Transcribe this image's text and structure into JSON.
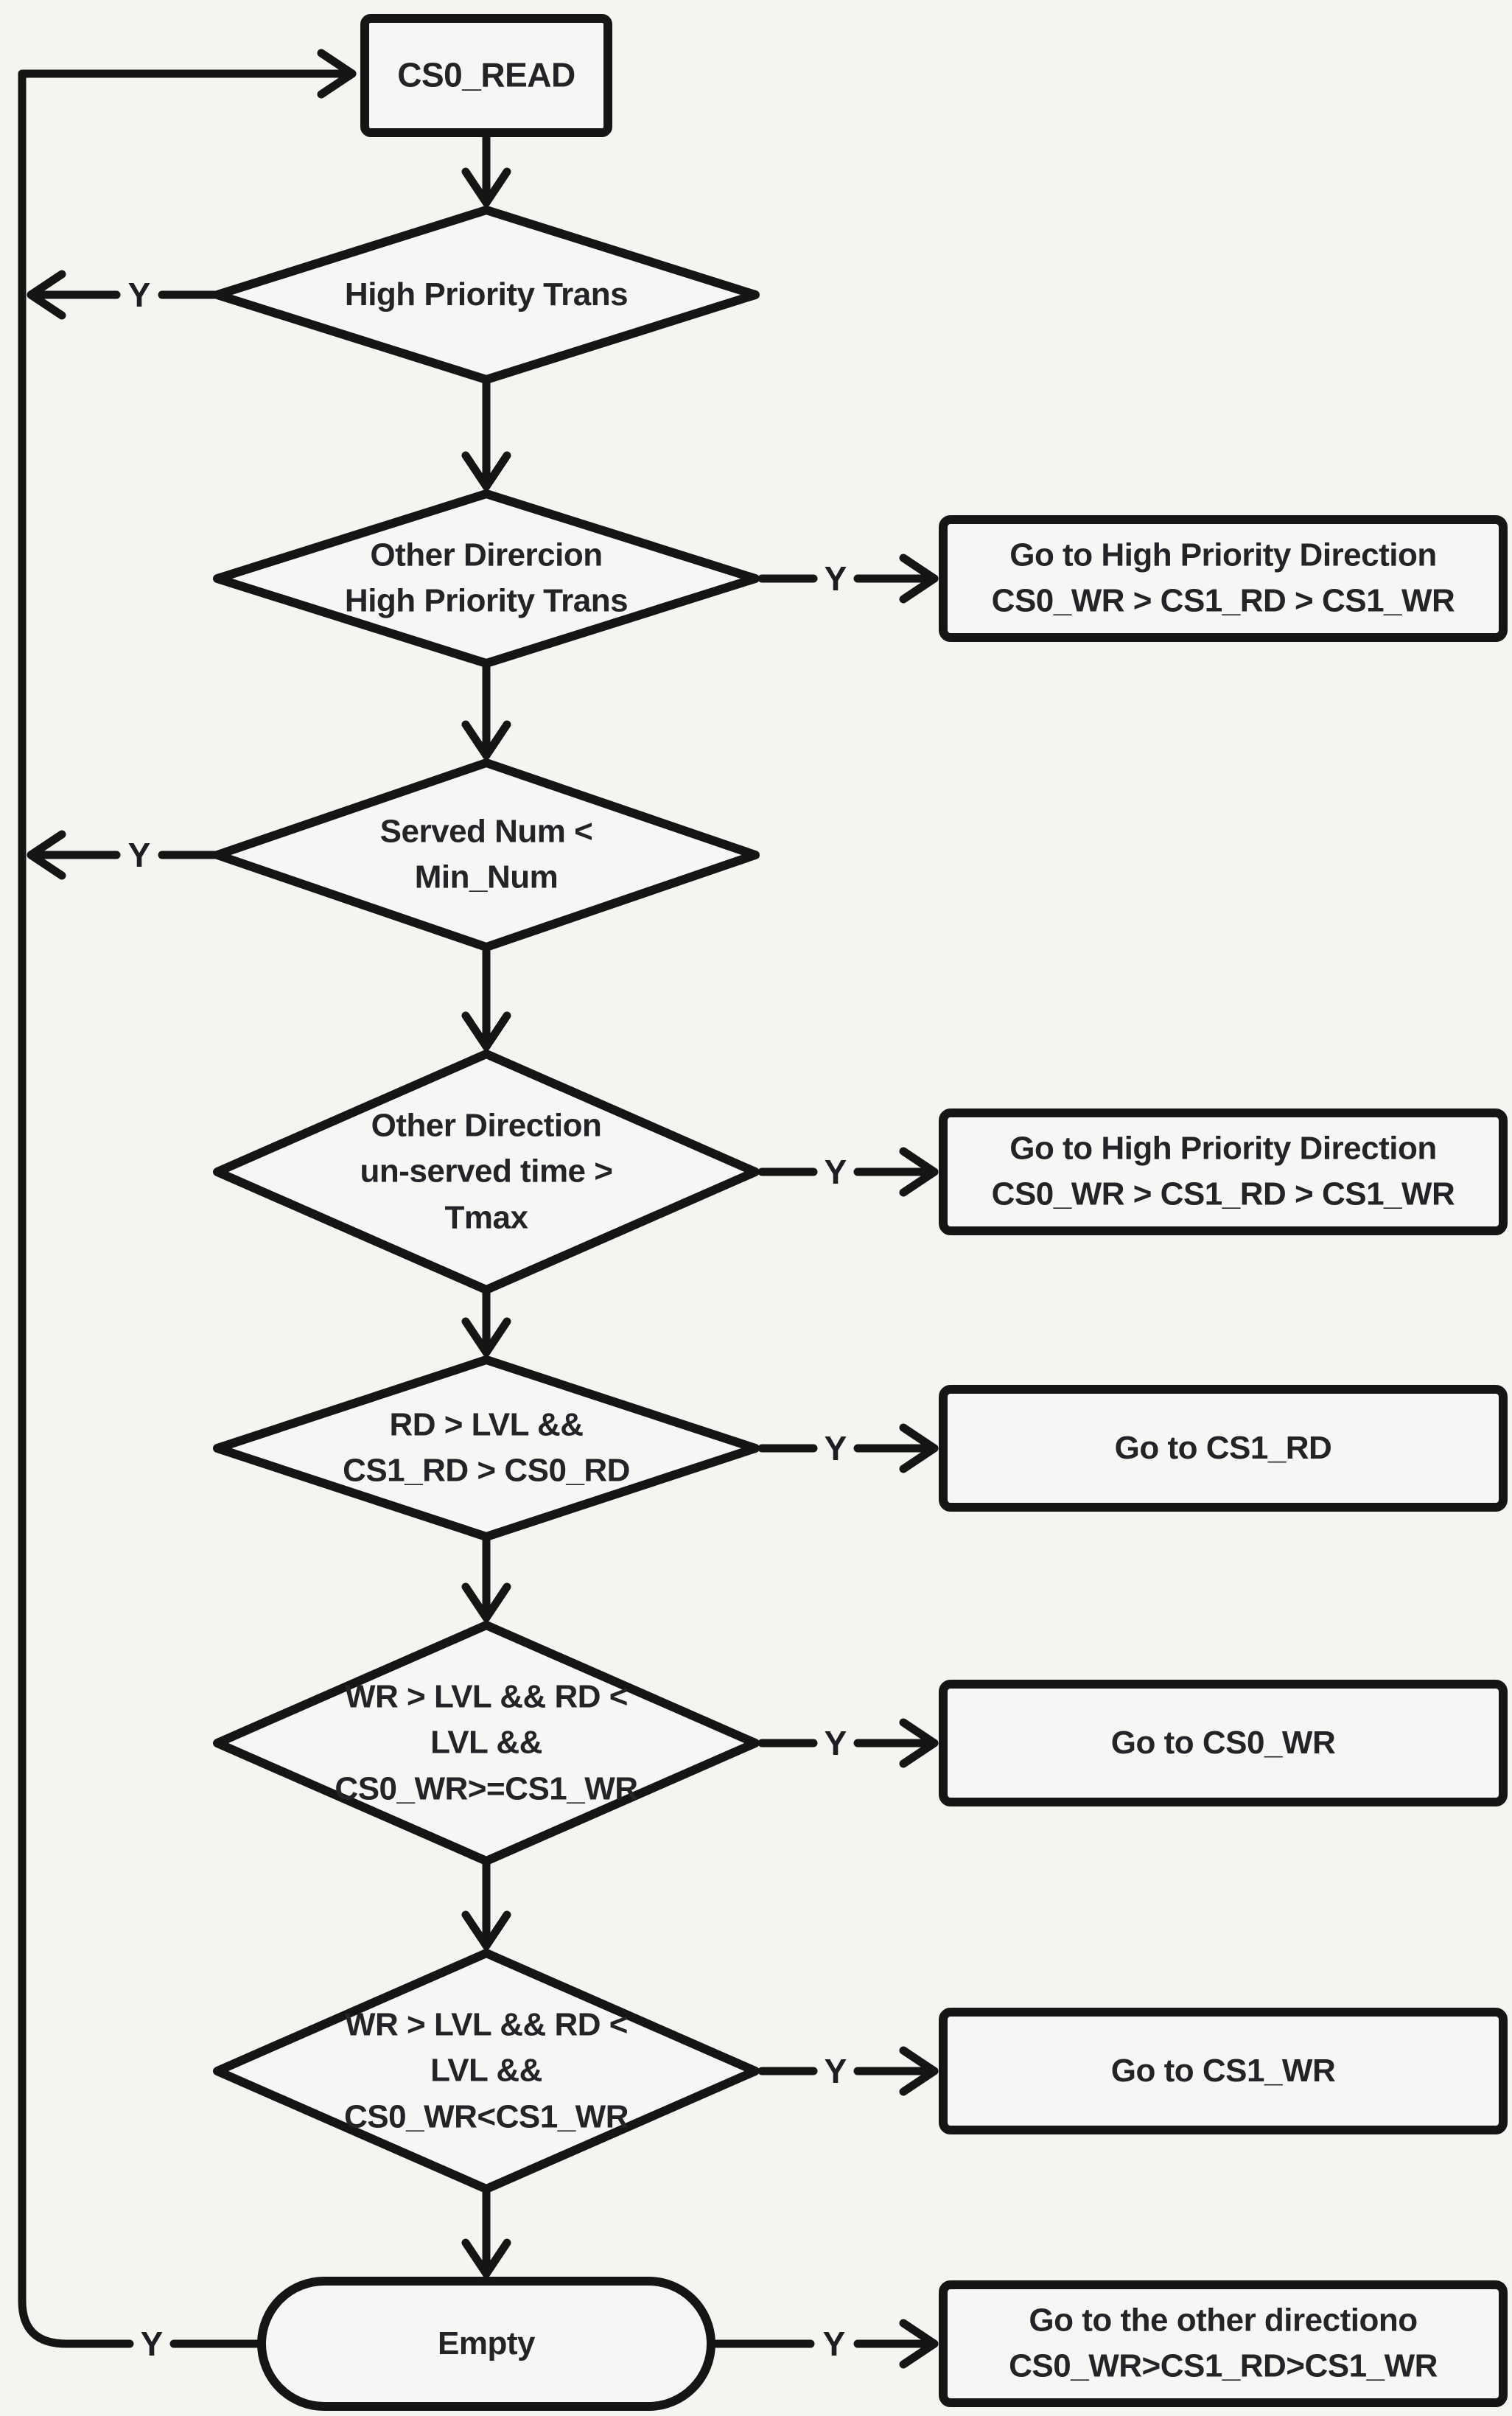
{
  "colors": {
    "background": "#f5f4f1",
    "line_ink": "#151515",
    "text_ink": "#232328",
    "shape_fill": "#f7f6f4"
  },
  "edges": {
    "yes_label": "Y"
  },
  "nodes": {
    "start": {
      "label": "CS0_READ"
    },
    "d_high_priority": {
      "label": "High Priority Trans"
    },
    "d_other_dir_high_priority": {
      "label": "Other Dirercion\nHigh Priority Trans"
    },
    "d_served_num": {
      "label": "Served Num <\nMin_Num"
    },
    "d_unserved_time": {
      "label": "Other Direction\nun-served time >\nTmax"
    },
    "d_rd_lvl": {
      "label": "RD > LVL &&\nCS1_RD > CS0_RD"
    },
    "d_wr_lvl_cs0": {
      "label": "WR > LVL && RD <\nLVL &&\nCS0_WR>=CS1_WR"
    },
    "d_wr_lvl_cs1": {
      "label": "WR > LVL && RD <\nLVL &&\nCS0_WR<CS1_WR"
    },
    "empty": {
      "label": "Empty"
    },
    "go_high_priority_1": {
      "label": "Go to High Priority Direction\nCS0_WR > CS1_RD > CS1_WR"
    },
    "go_high_priority_2": {
      "label": "Go to High Priority Direction\nCS0_WR > CS1_RD > CS1_WR"
    },
    "go_cs1_rd": {
      "label": "Go to CS1_RD"
    },
    "go_cs0_wr": {
      "label": "Go to CS0_WR"
    },
    "go_cs1_wr": {
      "label": "Go to CS1_WR"
    },
    "go_other_direction": {
      "label": "Go to the other directiono\nCS0_WR>CS1_RD>CS1_WR"
    }
  }
}
